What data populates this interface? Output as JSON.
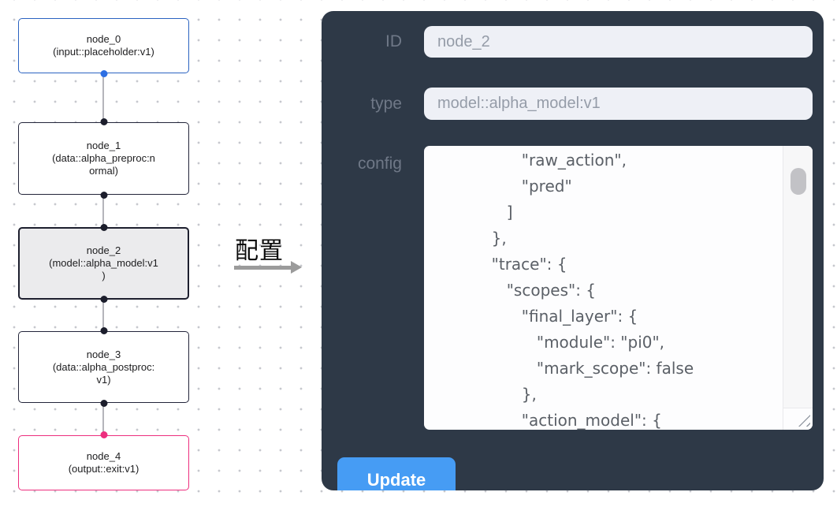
{
  "canvas": {
    "nodes": [
      {
        "id": "node_0",
        "variant": "input",
        "lines": [
          "node_0",
          "(input::placeholder:v1)"
        ]
      },
      {
        "id": "node_1",
        "variant": "default",
        "lines": [
          "node_1",
          "(data::alpha_preproc:n",
          "ormal)"
        ]
      },
      {
        "id": "node_2",
        "variant": "selected",
        "lines": [
          "node_2",
          "(model::alpha_model:v1",
          ")"
        ]
      },
      {
        "id": "node_3",
        "variant": "default",
        "lines": [
          "node_3",
          "(data::alpha_postproc:",
          "v1)"
        ]
      },
      {
        "id": "node_4",
        "variant": "output",
        "lines": [
          "node_4",
          "(output::exit:v1)"
        ]
      }
    ]
  },
  "arrow": {
    "label": "配置"
  },
  "panel": {
    "fields": [
      {
        "label": "ID",
        "value": "node_2"
      },
      {
        "label": "type",
        "value": "model::alpha_model:v1"
      }
    ],
    "config_label": "config",
    "config_text": "                   \"raw_action\",\n                   \"pred\"\n                ]\n             },\n             \"trace\": {\n                \"scopes\": {\n                   \"final_layer\": {\n                      \"module\": \"pi0\",\n                      \"mark_scope\": false\n                   },\n                   \"action_model\": {",
    "update_label": "Update"
  },
  "colors": {
    "panel_background": "#2e3947",
    "input_node_border": "#2b63c1",
    "default_node_border": "#23253a",
    "output_node_border": "#ed2e7e",
    "selected_node_background": "#ebebed",
    "update_button": "#469cf4",
    "edge": "#b5b5bb",
    "source_handle_blue": "#2d6fe3",
    "target_handle_pink": "#ed2e7e"
  }
}
